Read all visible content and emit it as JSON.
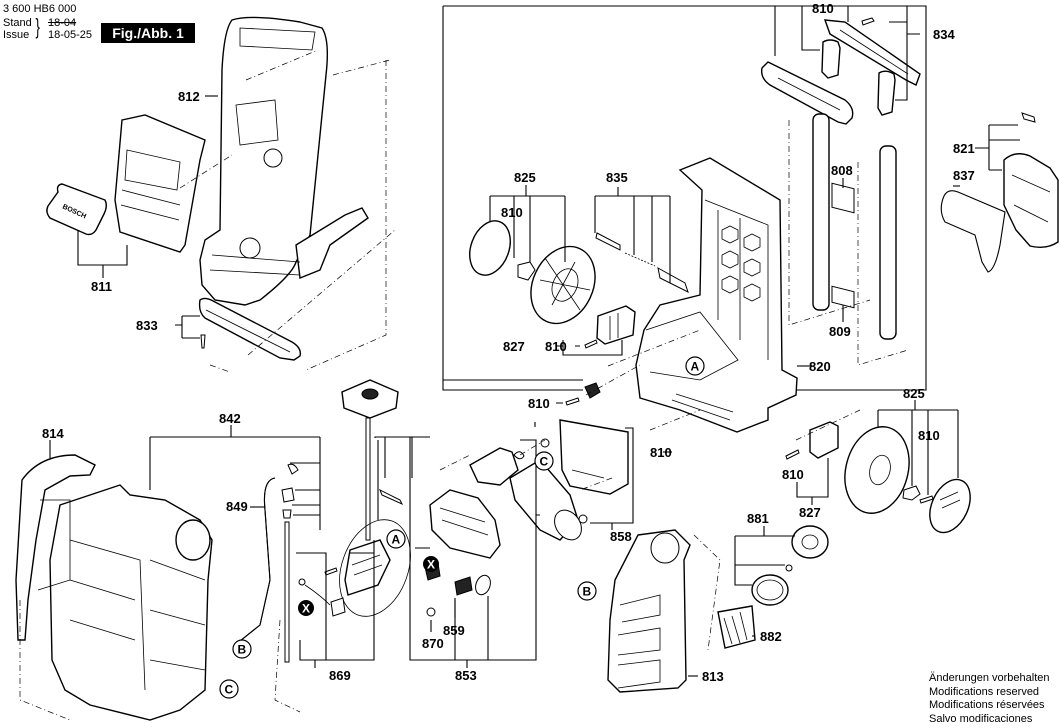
{
  "header": {
    "doc_number": "3 600 HB6 000",
    "stand_label": "Stand",
    "issue_label": "Issue",
    "brace": "}",
    "stand_date": "18-04",
    "issue_date": "18-05-25",
    "figure_label": "Fig./Abb. 1"
  },
  "notes": [
    "Änderungen vorbehalten",
    "Modifications reserved",
    "Modifications réservées",
    "Salvo modificaciones"
  ],
  "callouts": [
    {
      "id": "c812",
      "label": "812"
    },
    {
      "id": "c811",
      "label": "811"
    },
    {
      "id": "c833",
      "label": "833"
    },
    {
      "id": "c810a",
      "label": "810"
    },
    {
      "id": "c834",
      "label": "834"
    },
    {
      "id": "c821",
      "label": "821"
    },
    {
      "id": "c837",
      "label": "837"
    },
    {
      "id": "c825a",
      "label": "825"
    },
    {
      "id": "c810b",
      "label": "810"
    },
    {
      "id": "c835",
      "label": "835"
    },
    {
      "id": "c808",
      "label": "808"
    },
    {
      "id": "c809",
      "label": "809"
    },
    {
      "id": "c827a",
      "label": "827"
    },
    {
      "id": "c810c",
      "label": "810"
    },
    {
      "id": "c820",
      "label": "820"
    },
    {
      "id": "c810d",
      "label": "810"
    },
    {
      "id": "c825b",
      "label": "825"
    },
    {
      "id": "c810e",
      "label": "810"
    },
    {
      "id": "c810f",
      "label": "810"
    },
    {
      "id": "c810g",
      "label": "810"
    },
    {
      "id": "c827b",
      "label": "827"
    },
    {
      "id": "c814",
      "label": "814"
    },
    {
      "id": "c842",
      "label": "842"
    },
    {
      "id": "c849",
      "label": "849"
    },
    {
      "id": "c858",
      "label": "858"
    },
    {
      "id": "c881",
      "label": "881"
    },
    {
      "id": "c882",
      "label": "882"
    },
    {
      "id": "c869",
      "label": "869"
    },
    {
      "id": "c870",
      "label": "870"
    },
    {
      "id": "c859",
      "label": "859"
    },
    {
      "id": "c853",
      "label": "853"
    },
    {
      "id": "c813",
      "label": "813"
    }
  ],
  "reference_markers": [
    {
      "id": "A1",
      "letter": "A"
    },
    {
      "id": "A2",
      "letter": "A"
    },
    {
      "id": "B1",
      "letter": "B"
    },
    {
      "id": "B2",
      "letter": "B"
    },
    {
      "id": "C1",
      "letter": "C"
    },
    {
      "id": "C2",
      "letter": "C"
    },
    {
      "id": "X1",
      "letter": "X"
    },
    {
      "id": "X2",
      "letter": "X"
    }
  ],
  "brand_plate": "BOSCH"
}
